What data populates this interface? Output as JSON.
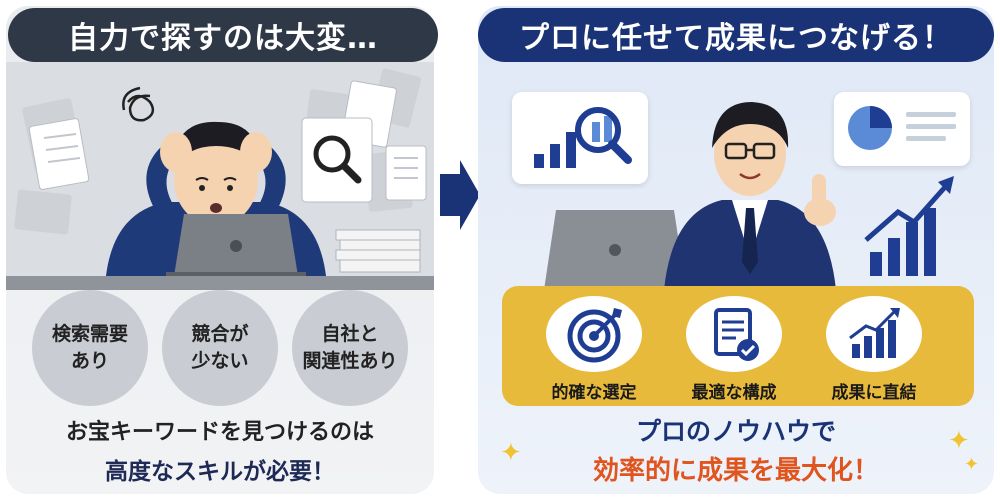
{
  "left": {
    "title": "自力で探すのは大変…",
    "tags": [
      "検索需要\nあり",
      "競合が\n少ない",
      "自社と\n関連性あり"
    ],
    "bottom_line1": "お宝キーワードを見つけるのは",
    "bottom_line2": "高度なスキルが必要！"
  },
  "right": {
    "title": "プロに任せて成果につなげる！",
    "features": [
      "的確な選定",
      "最適な構成",
      "成果に直結"
    ],
    "bottom_line1": "プロのノウハウで",
    "bottom_line2": "効率的に成果を最大化！"
  },
  "colors": {
    "left_title_bg": "#2f3846",
    "right_title_bg": "#1a3377",
    "gold": "#e8ba3c",
    "accent_orange": "#e0541e",
    "navy": "#1a3377"
  },
  "icons": [
    "stress-swirl-icon",
    "magnifier-icon",
    "document-icon",
    "arrow-right-icon",
    "bar-chart-icon",
    "pie-chart-icon",
    "target-icon",
    "checklist-icon",
    "growth-chart-icon",
    "sparkle-icon"
  ]
}
